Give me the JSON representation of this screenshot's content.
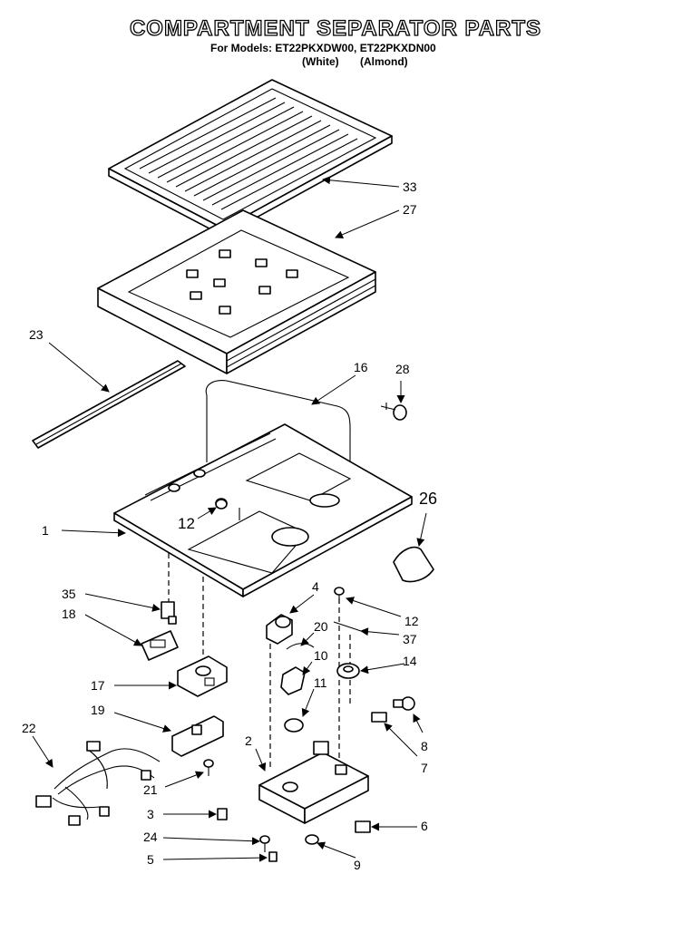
{
  "header": {
    "title": "COMPARTMENT SEPARATOR PARTS",
    "models_line": "For Models: ET22PKXDW00, ET22PKXDN00",
    "variant_white": "(White)",
    "variant_almond": "(Almond)"
  },
  "callouts": [
    "33",
    "27",
    "23",
    "16",
    "28",
    "26",
    "1",
    "12",
    "35",
    "18",
    "4",
    "20",
    "12",
    "37",
    "10",
    "17",
    "11",
    "14",
    "19",
    "22",
    "2",
    "8",
    "7",
    "21",
    "3",
    "6",
    "24",
    "5",
    "9"
  ]
}
